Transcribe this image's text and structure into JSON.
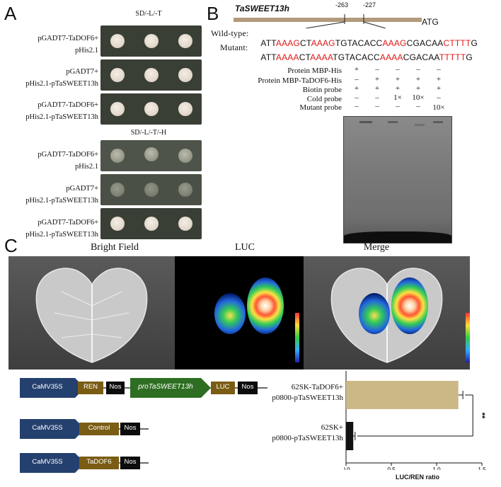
{
  "panels": {
    "A": "A",
    "B": "B",
    "C": "C"
  },
  "panel_a": {
    "condition_1": "SD/-L/-T",
    "condition_2": "SD/-L/-T/-H",
    "rows_1": [
      {
        "line1": "pGADT7-TaDOF6+",
        "line2": "pHis2.1"
      },
      {
        "line1": "pGADT7+",
        "line2": "pHis2.1-pTaSWEET13h"
      },
      {
        "line1": "pGADT7-TaDOF6+",
        "line2": "pHis2.1-pTaSWEET13h"
      }
    ],
    "rows_2": [
      {
        "line1": "pGADT7-TaDOF6+",
        "line2": "pHis2.1"
      },
      {
        "line1": "pGADT7+",
        "line2": "pHis2.1-pTaSWEET13h"
      },
      {
        "line1": "pGADT7-TaDOF6+",
        "line2": "pHis2.1-pTaSWEET13h"
      }
    ]
  },
  "panel_b": {
    "gene": "TaSWEET13h",
    "pos1": "-263",
    "pos2": "-227",
    "atg": "ATG",
    "wildtype_label": "Wild-type:",
    "mutant_label": "Mutant:",
    "wildtype_seq": [
      {
        "t": "ATT",
        "r": false
      },
      {
        "t": "AAAG",
        "r": true
      },
      {
        "t": "CT",
        "r": false
      },
      {
        "t": "AAAG",
        "r": true
      },
      {
        "t": "TGTACACC",
        "r": false
      },
      {
        "t": "AAAG",
        "r": true
      },
      {
        "t": "CGACAA",
        "r": false
      },
      {
        "t": "CTTTT",
        "r": true
      },
      {
        "t": "G",
        "r": false
      }
    ],
    "mutant_seq": [
      {
        "t": "ATT",
        "r": false
      },
      {
        "t": "AAAA",
        "r": true
      },
      {
        "t": "CT",
        "r": false
      },
      {
        "t": "AAAA",
        "r": true
      },
      {
        "t": "TGTACACC",
        "r": false
      },
      {
        "t": "AAAA",
        "r": true
      },
      {
        "t": "CGACAA",
        "r": false
      },
      {
        "t": "TTTTT",
        "r": true
      },
      {
        "t": "G",
        "r": false
      }
    ],
    "emsa_rows": [
      {
        "label": "Protein MBP-His",
        "marks": [
          "+",
          "–",
          "–",
          "–",
          "–"
        ]
      },
      {
        "label": "Protein MBP-TaDOF6-His",
        "marks": [
          "–",
          "+",
          "+",
          "+",
          "+"
        ]
      },
      {
        "label": "Biotin probe",
        "marks": [
          "+",
          "+",
          "+",
          "+",
          "+"
        ]
      },
      {
        "label": "Cold probe",
        "marks": [
          "–",
          "–",
          "1×",
          "10×",
          "–"
        ]
      },
      {
        "label": "Mutant probe",
        "marks": [
          "–",
          "–",
          "–",
          "–",
          "10×"
        ]
      }
    ]
  },
  "panel_c": {
    "titles": [
      "Bright Field",
      "LUC",
      "Merge"
    ],
    "constructs": {
      "reporter": [
        "CaMV35S",
        "REN",
        "Nos",
        "proTaSWEET13h",
        "LUC",
        "Nos"
      ],
      "control": [
        "CaMV35S",
        "Control",
        "Nos"
      ],
      "effector": [
        "CaMV35S",
        "TaDOF6",
        "Nos"
      ]
    },
    "colors": {
      "promoter": "#24406e",
      "gene": "#7a5c14",
      "nos": "#0c0c0c",
      "pro": "#2e6e22",
      "bar1": "#cbb887",
      "bar2": "#111111"
    }
  },
  "chart_data": {
    "type": "bar",
    "orientation": "horizontal",
    "categories": [
      {
        "line1": "62SK-TaDOF6+",
        "line2": "p0800-pTaSWEET13h"
      },
      {
        "line1": "62SK+",
        "line2": "p0800-pTaSWEET13h"
      }
    ],
    "values": [
      1.24,
      0.08
    ],
    "errors": [
      0.05,
      0.02
    ],
    "xlabel": "LUC/REN ratio",
    "xlim": [
      0,
      1.5
    ],
    "ticks": [
      "0.0",
      "0.5",
      "1.0",
      "1.5"
    ],
    "significance": "**"
  }
}
